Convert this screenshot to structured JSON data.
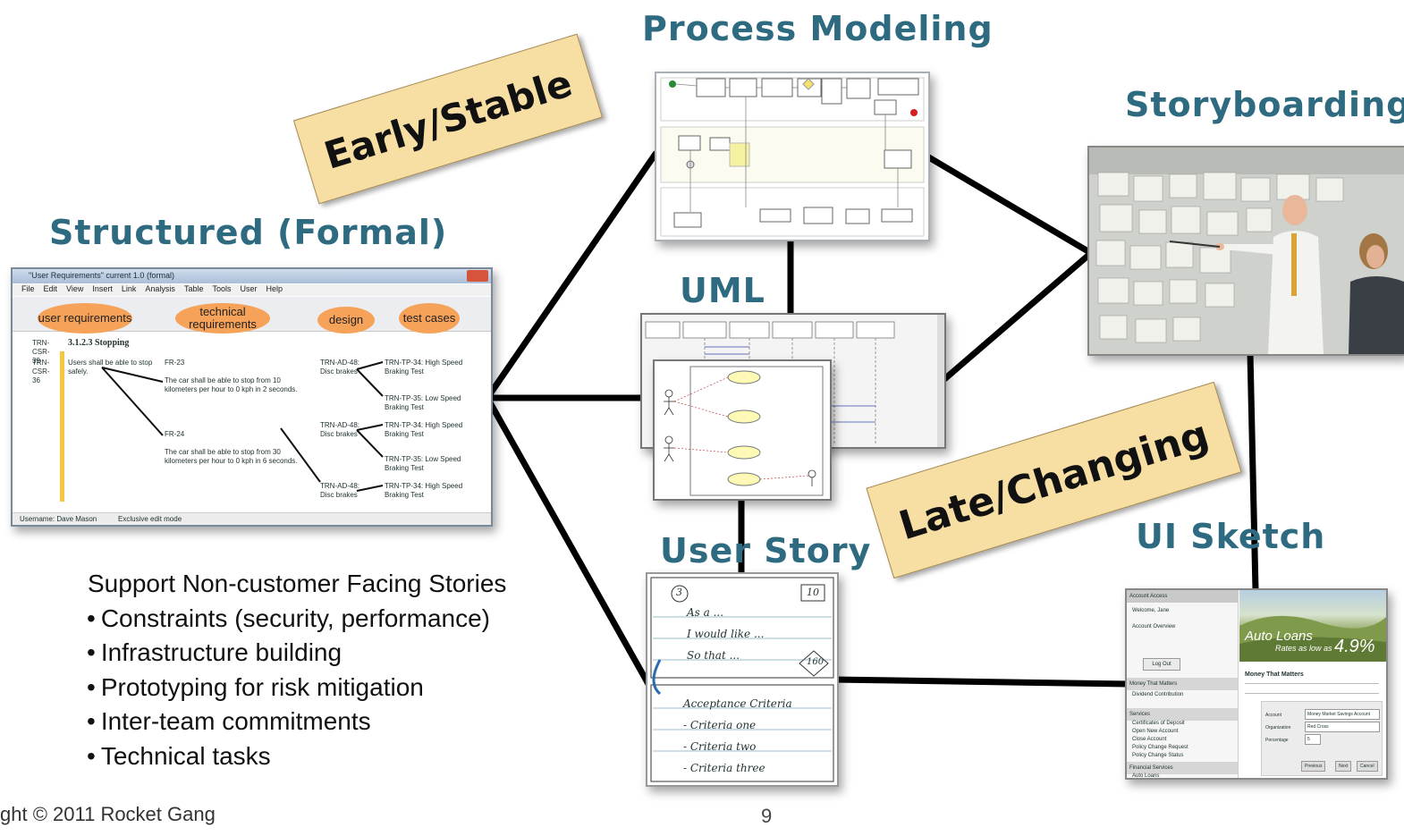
{
  "headings": {
    "process_modeling": "Process Modeling",
    "storyboarding": "Storyboarding",
    "structured": "Structured (Formal)",
    "uml": "UML",
    "user_story": "User Story",
    "ui_sketch": "UI Sketch"
  },
  "stickies": {
    "early": "Early/Stable",
    "late": "Late/Changing"
  },
  "structured_doc": {
    "window_title": "\"User Requirements\" current 1.0 (formal)",
    "menu": [
      "File",
      "Edit",
      "View",
      "Insert",
      "Link",
      "Analysis",
      "Table",
      "Tools",
      "User",
      "Help"
    ],
    "column_tags": [
      "user requirements",
      "technical requirements",
      "design",
      "test cases"
    ],
    "section_title": "3.1.2.3 Stopping",
    "rows": [
      {
        "id": "TRN-CSR-39",
        "text": ""
      },
      {
        "id": "TRN-CSR-36",
        "text": "Users shall be able to stop safely."
      }
    ],
    "links": [
      {
        "fr": "FR-23",
        "text": "The car shall be able to stop from 10 kilometers per hour to 0 kph in 2 seconds."
      },
      {
        "fr": "FR-24",
        "text": "The car shall be able to stop from 30 kilometers per hour to 0 kph in 6 seconds."
      }
    ],
    "design_items": [
      "TRN-AD-48: Disc brakes",
      "TRN-AD-48: Disc brakes",
      "TRN-AD-48: Disc brakes"
    ],
    "test_items": [
      "TRN-TP-34: High Speed Braking Test",
      "TRN-TP-35: Low Speed Braking Test",
      "TRN-TP-34: High Speed Braking Test",
      "TRN-TP-35: Low Speed Braking Test",
      "TRN-TP-34: High Speed Braking Test"
    ],
    "status_user": "Username: Dave Mason",
    "status_mode": "Exclusive edit mode"
  },
  "user_story_card": {
    "priority": "3",
    "estimate": "10",
    "line1": "As a ...",
    "line2": "I would like ...",
    "line3": "So that ...",
    "points": "160",
    "acceptance": "Acceptance Criteria",
    "criteria": [
      "- Criteria one",
      "- Criteria two",
      "- Criteria three"
    ]
  },
  "ui_sketch": {
    "sidebar_head": "Account Access",
    "welcome": "Welcome, Jane",
    "overview": "Account Overview",
    "logout": "Log Out",
    "section1": "Money That Matters",
    "section1_item": "Dividend Contribution",
    "section2": "Services",
    "services": [
      "Certificates of Deposit",
      "Open New Account",
      "Close Account",
      "Policy Change Request",
      "Policy Change Status"
    ],
    "section3": "Financial Services",
    "section3_item": "Auto Loans",
    "banner_title": "Auto Loans",
    "banner_sub": "Rates as low as",
    "banner_rate": "4.9%",
    "content_title": "Money That Matters",
    "form_labels": [
      "Account",
      "Organization",
      "Percentage"
    ],
    "form_values": [
      "Money Market Savings Account",
      "Red Cross",
      "5"
    ],
    "buttons": [
      "Previous",
      "Next",
      "Cancel"
    ]
  },
  "bullets": {
    "intro": "Support Non-customer Facing Stories",
    "items": [
      "Constraints (security, performance)",
      "Infrastructure building",
      "Prototyping for risk mitigation",
      "Inter-team commitments",
      "Technical tasks"
    ]
  },
  "footer": {
    "copyright": "ght © 2011 Rocket Gang",
    "page": "9"
  },
  "colors": {
    "heading": "#2e6b80",
    "sticky": "#f7dfa4",
    "connector": "#000000",
    "ellipse": "#f6a259"
  }
}
